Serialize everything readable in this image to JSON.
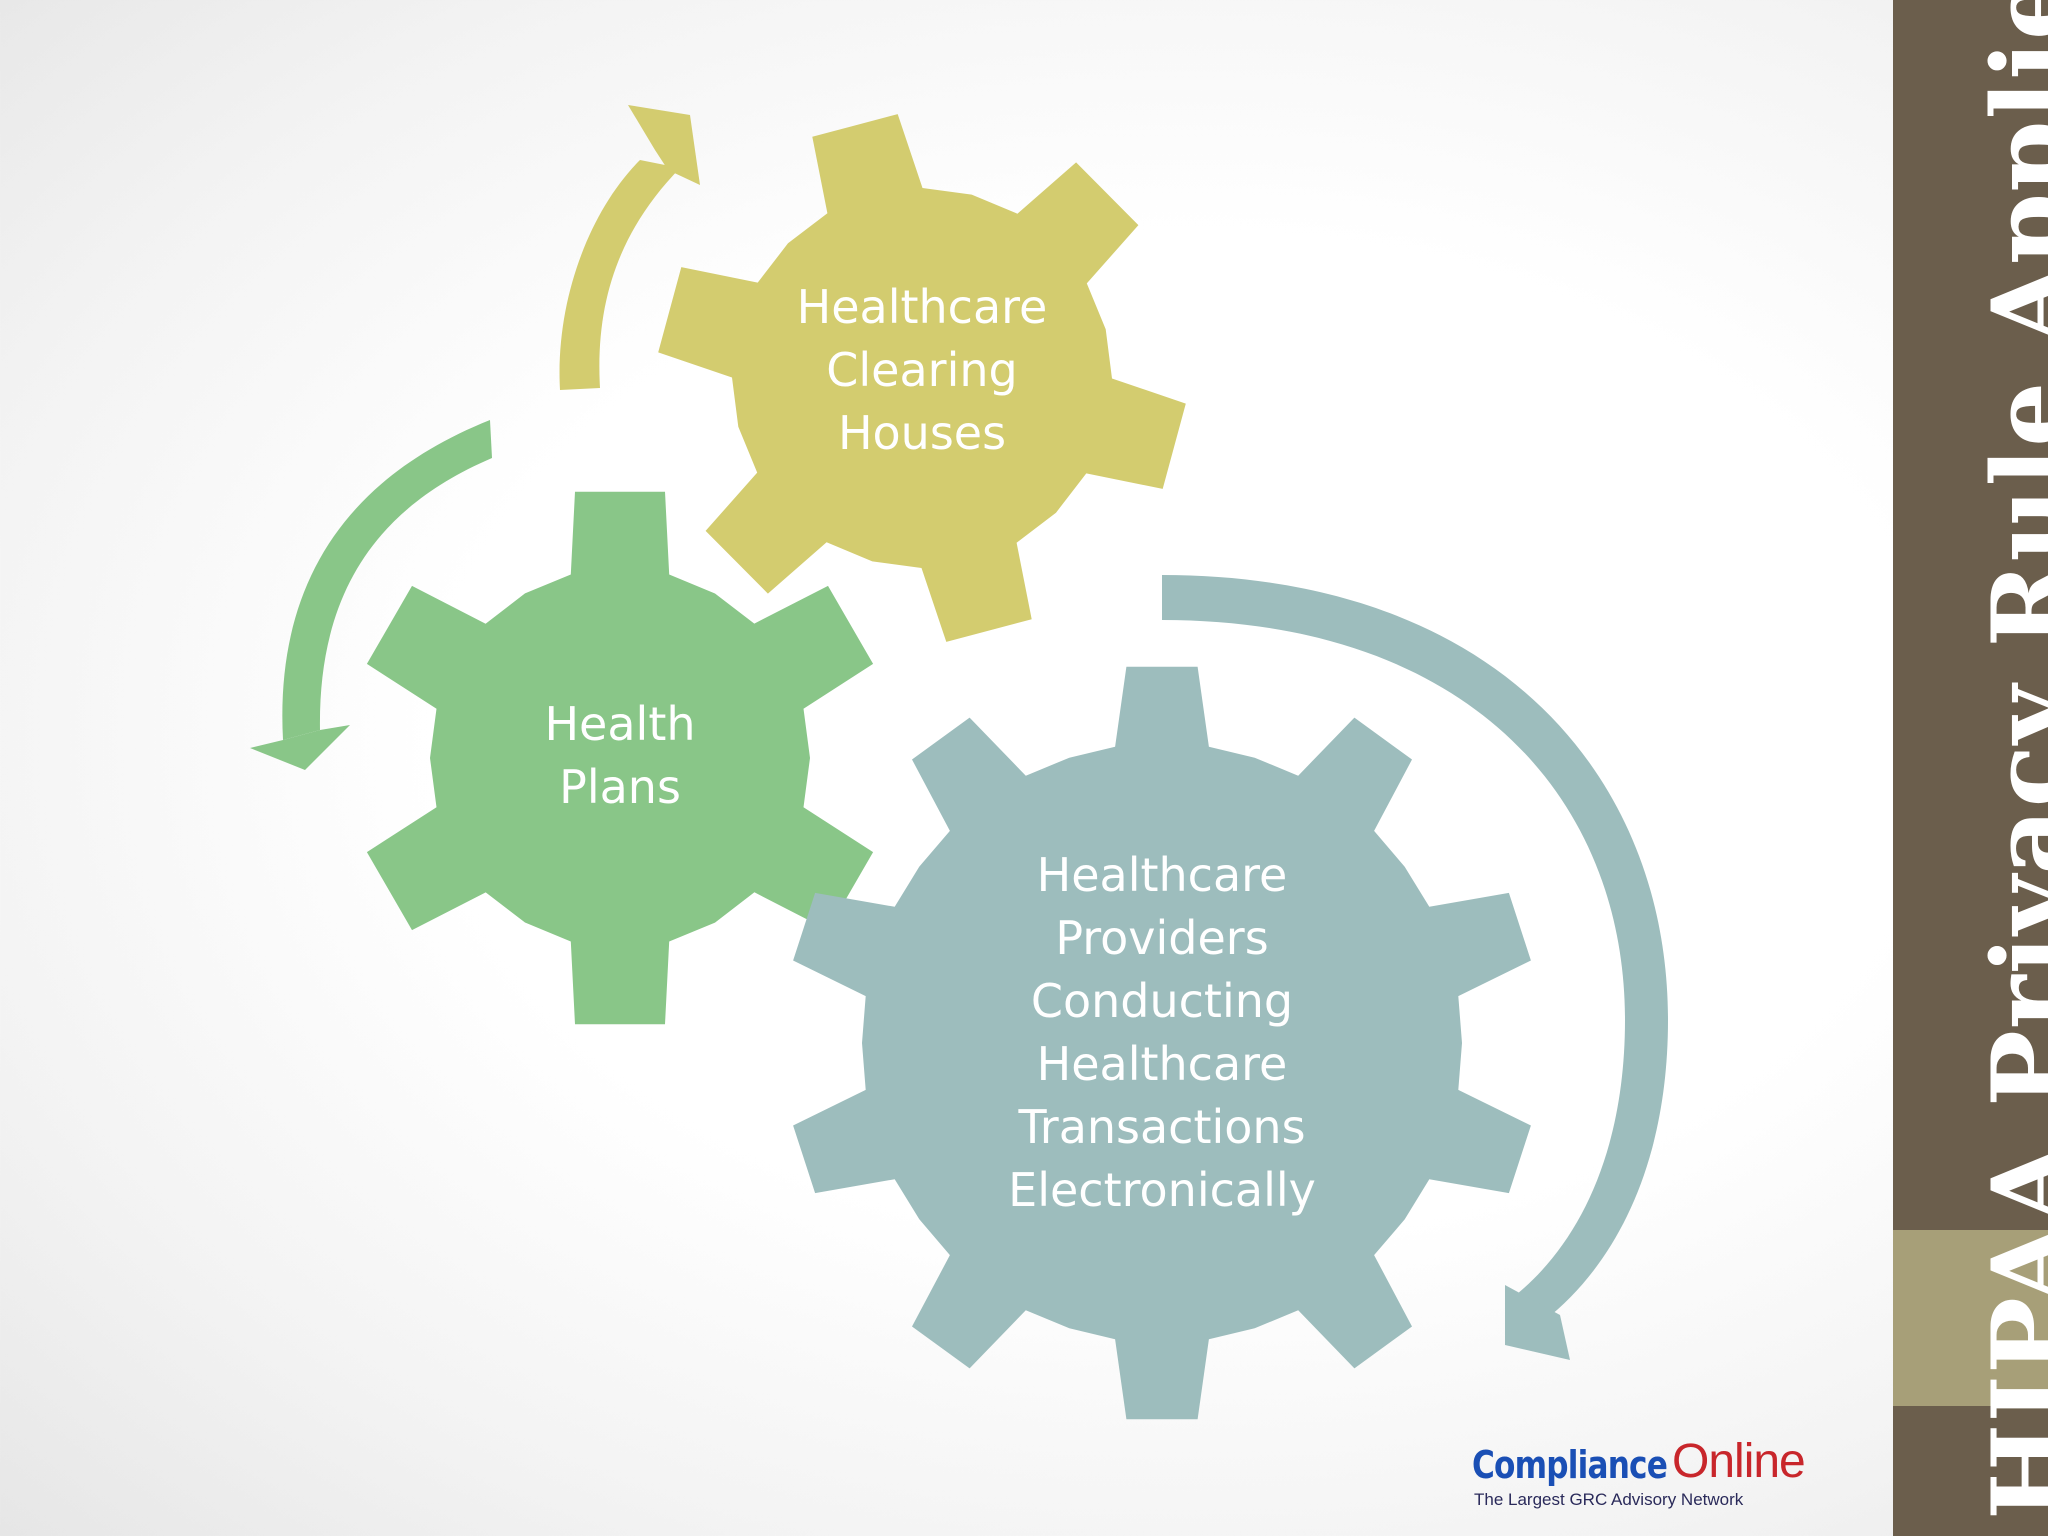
{
  "slide": {
    "title": "HIPAA Privacy Rule Applies To",
    "colors": {
      "sidebar": "#6b5e4c",
      "sidebar_accent": "#a79f78",
      "gear_yellow": "#d3cc6f",
      "gear_green": "#89c688",
      "gear_blue": "#9dbdbd"
    }
  },
  "diagram": {
    "gears": [
      {
        "id": "clearing-houses",
        "lines": [
          "Healthcare",
          "Clearing",
          "Houses"
        ],
        "color": "#d3cc6f"
      },
      {
        "id": "health-plans",
        "lines": [
          "Health",
          "Plans"
        ],
        "color": "#89c688"
      },
      {
        "id": "providers",
        "lines": [
          "Healthcare",
          "Providers",
          "Conducting",
          "Healthcare",
          "Transactions",
          "Electronically"
        ],
        "color": "#9dbdbd"
      }
    ],
    "arrows": [
      {
        "id": "yellow-arrow",
        "color": "#d3cc6f"
      },
      {
        "id": "green-arrow",
        "color": "#89c688"
      },
      {
        "id": "blue-arrow",
        "color": "#9dbdbd"
      }
    ]
  },
  "logo": {
    "brand_part1": "Compliance",
    "brand_part2": "Online",
    "tagline": "The Largest GRC Advisory Network"
  }
}
